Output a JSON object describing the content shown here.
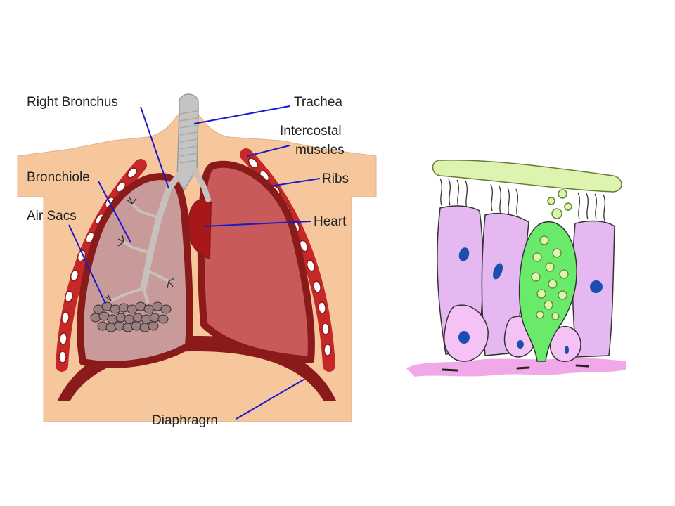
{
  "lung_diagram": {
    "labels": {
      "right_bronchus": "Right Bronchus",
      "trachea": "Trachea",
      "intercostal_line1": "Intercostal",
      "intercostal_line2": "muscles",
      "bronchiole": "Bronchiole",
      "ribs": "Ribs",
      "air_sacs": "Air Sacs",
      "heart": "Heart",
      "diaphragm": "Diaphragrn"
    }
  },
  "colors": {
    "skin": "#f6c79d",
    "lung_dark": "#8b1a1a",
    "lung_fill_left": "#c99a9a",
    "lung_fill_right": "#c85a5a",
    "heart": "#a81818",
    "pointer": "#1a1acc",
    "mucus": "#ddf3b0",
    "ciliated_cell": "#e6b8f2",
    "goblet_cell": "#6aea6a",
    "nucleus": "#1a4fb0",
    "basement": "#f0a8e8"
  }
}
